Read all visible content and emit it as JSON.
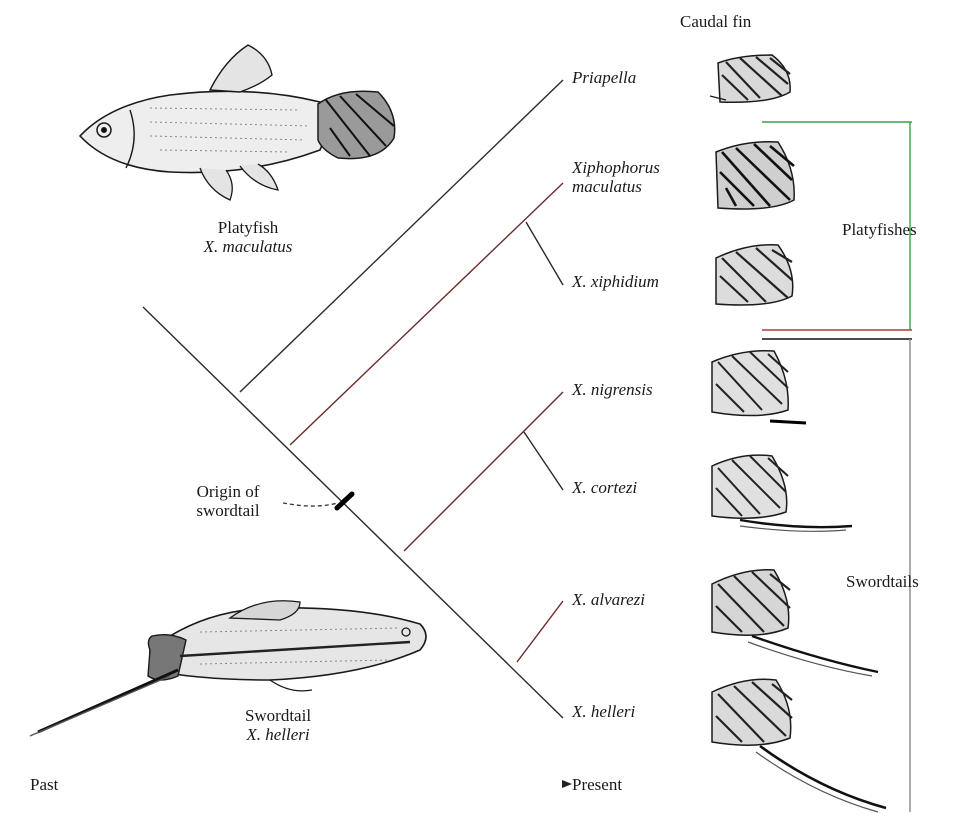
{
  "header": {
    "fin_column_label": "Caudal fin"
  },
  "taxa": [
    {
      "id": "priapella",
      "name": "Priapella",
      "name2": ""
    },
    {
      "id": "x-maculatus",
      "name": "Xiphophorus",
      "name2": "maculatus"
    },
    {
      "id": "x-xiphidium",
      "name": "X. xiphidium",
      "name2": ""
    },
    {
      "id": "x-nigrensis",
      "name": "X. nigrensis",
      "name2": ""
    },
    {
      "id": "x-cortezi",
      "name": "X. cortezi",
      "name2": ""
    },
    {
      "id": "x-alvarezi",
      "name": "X. alvarezi",
      "name2": ""
    },
    {
      "id": "x-helleri",
      "name": "X. helleri",
      "name2": ""
    }
  ],
  "groups": {
    "platyfishes": "Platyfishes",
    "swordtails": "Swordtails"
  },
  "fish": {
    "platyfish": {
      "common": "Platyfish",
      "sci": "X. maculatus"
    },
    "swordtail": {
      "common": "Swordtail",
      "sci": "X. helleri"
    }
  },
  "annotation": {
    "line1": "Origin of",
    "line2": "swordtail"
  },
  "time_axis": {
    "past": "Past",
    "present": "Present"
  },
  "colors": {
    "line": "#222222",
    "tint_red": "#b03a3a",
    "tint_green": "#3aa04a"
  }
}
